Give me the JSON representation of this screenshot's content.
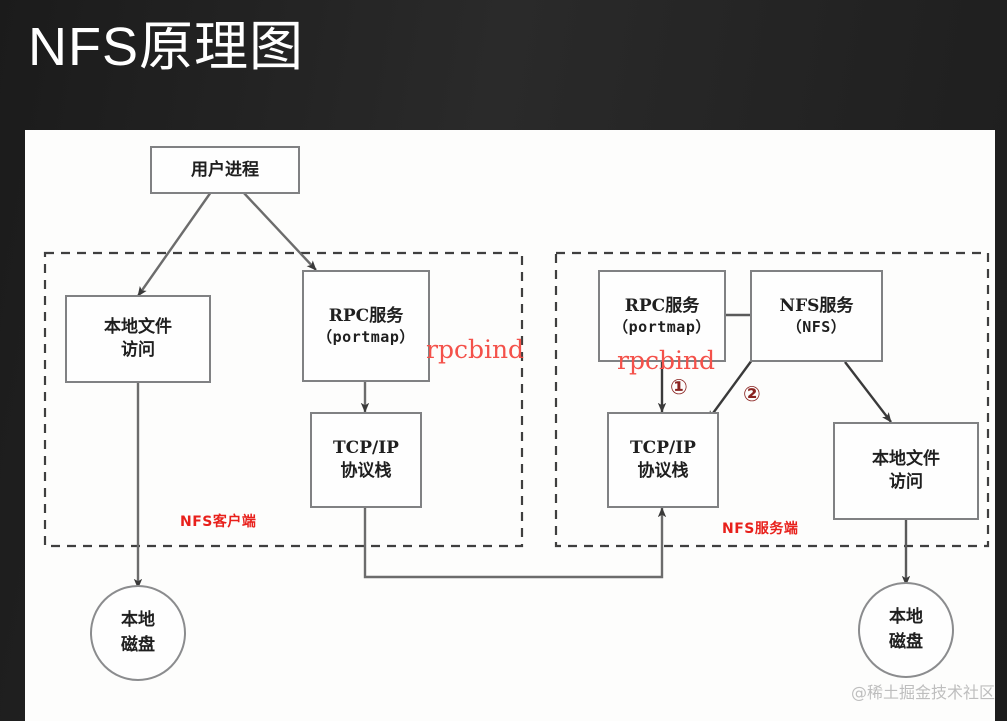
{
  "slide": {
    "title": "NFS原理图",
    "title_color": "#ffffff",
    "background_color": "#222222",
    "canvas_color": "#fdfdfc"
  },
  "diagram": {
    "nodes": {
      "user_process": {
        "line1": "用户进程"
      },
      "client_local_file": {
        "line1": "本地文件",
        "line2": "访问"
      },
      "client_rpc": {
        "line1": "RPC服务",
        "line2": "（portmap）"
      },
      "client_tcpip": {
        "line1": "TCP/IP",
        "line2": "协议栈"
      },
      "server_rpc": {
        "line1": "RPC服务",
        "line2": "（portmap）"
      },
      "server_nfs": {
        "line1": "NFS服务",
        "line2": "（NFS）"
      },
      "server_tcpip": {
        "line1": "TCP/IP",
        "line2": "协议栈"
      },
      "server_local_file": {
        "line1": "本地文件",
        "line2": "访问"
      },
      "client_disk": {
        "line1": "本地",
        "line2": "磁盘"
      },
      "server_disk": {
        "line1": "本地",
        "line2": "磁盘"
      }
    },
    "zones": {
      "client": {
        "label": "NFS客户端",
        "color": "#e8201b"
      },
      "server": {
        "label": "NFS服务端",
        "color": "#e8201b"
      }
    },
    "annotations": {
      "rpcbind_client": {
        "text": "rpcbind",
        "color": "#f4514a"
      },
      "rpcbind_server": {
        "text": "rpcbind",
        "color": "#f4514a"
      },
      "step_one": {
        "text": "①",
        "color": "#8a2320"
      },
      "step_two": {
        "text": "②",
        "color": "#8a2320"
      }
    },
    "watermark": {
      "text": "@稀土掘金技术社区"
    }
  }
}
